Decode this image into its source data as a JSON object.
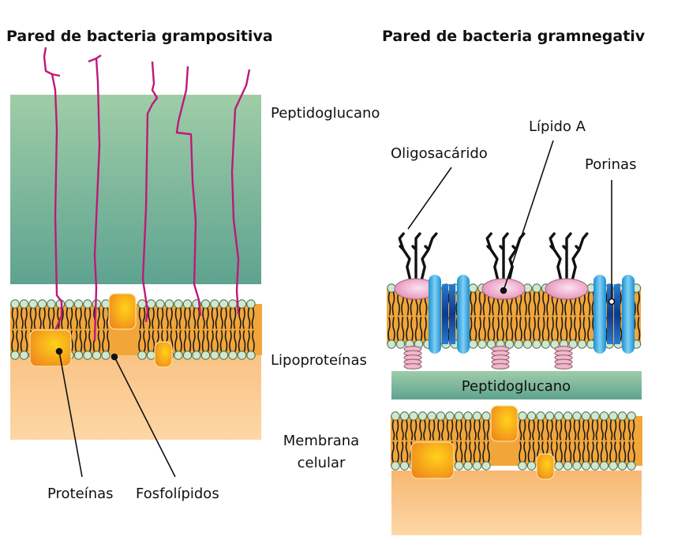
{
  "left_panel": {
    "title": "Pared de bacteria grampositiva",
    "labels": {
      "peptidoglycan": "Peptidoglucano",
      "proteins": "Proteínas",
      "phospholipids": "Fosfolípidos"
    }
  },
  "right_panel": {
    "title": "Pared de bacteria gramnegativ",
    "labels": {
      "lipid_a": "Lípido A",
      "oligosaccharide": "Oligosacárido",
      "porins": "Porinas",
      "lipoproteins": "Lipoproteínas",
      "peptidoglycan": "Peptidoglucano",
      "cell_membrane_line1": "Membrana",
      "cell_membrane_line2": "celular"
    }
  },
  "colors": {
    "peptidoglycan_top": "#9fcda7",
    "peptidoglycan_bottom": "#5ea390",
    "teichoic_acid": "#c0187a",
    "bilayer": "#f2a63a",
    "cytoplasm_top": "#f7b772",
    "cytoplasm_bottom": "#fdd7a6",
    "head": "#cfe8cf",
    "protein": "#f5a21c",
    "lps_head": "#f0b3cf",
    "porin_outer": "#3aa8e0",
    "porin_inner": "#0b4fa8",
    "lipoprotein": "#f1b8cc"
  }
}
